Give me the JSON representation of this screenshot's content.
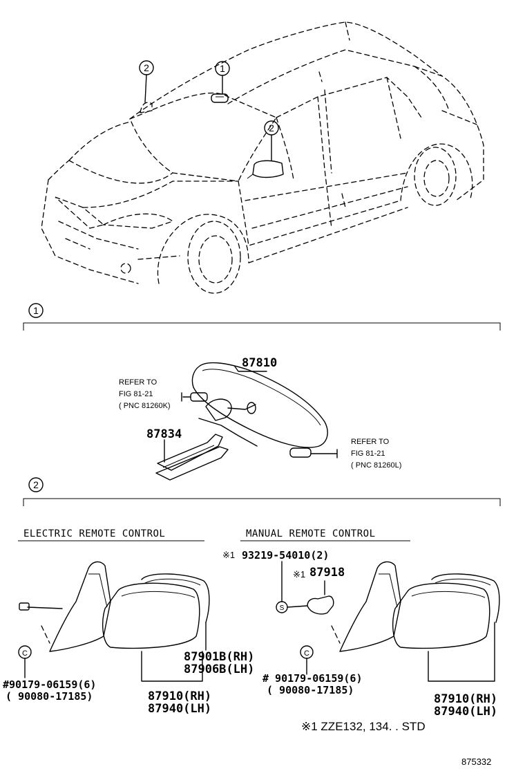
{
  "callouts": {
    "one": "1",
    "two": "2"
  },
  "section1": {
    "number": "1",
    "part_mirror": "87810",
    "part_cover": "87834",
    "refer_left": {
      "line1": "REFER TO",
      "line2": "FIG 81-21",
      "line3": "( PNC 81260K)"
    },
    "refer_right": {
      "line1": "REFER TO",
      "line2": "FIG 81-21",
      "line3": "( PNC 81260L)"
    }
  },
  "section2": {
    "number": "2",
    "electric": {
      "heading": "ELECTRIC REMOTE CONTROL",
      "part_cover_rh": "87901B(RH)",
      "part_cover_lh": "87906B(LH)",
      "screw_main": "#90179-06159(6)",
      "screw_alt": "( 90080-17185)",
      "part_mirror_rh": "87910(RH)",
      "part_mirror_lh": "87940(LH)"
    },
    "manual": {
      "heading": "MANUAL REMOTE CONTROL",
      "clip_mark": "※1",
      "clip_part": "93219-54010(2)",
      "knob_mark": "※1",
      "knob_part": "87918",
      "screw_main": "# 90179-06159(6)",
      "screw_alt": "( 90080-17185)",
      "part_mirror_rh": "87910(RH)",
      "part_mirror_lh": "87940(LH)",
      "clip_label": "S",
      "bolt_label": "C"
    },
    "electric_bolt_label": "C"
  },
  "footnote": "※1  ZZE132, 134. . STD",
  "diagram_code": "875332"
}
